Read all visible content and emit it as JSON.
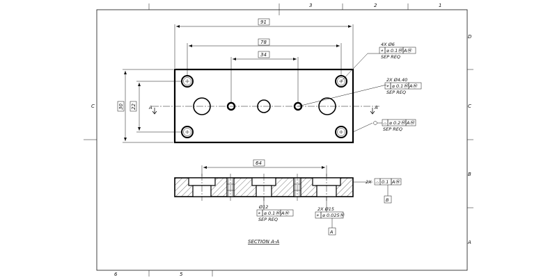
{
  "zones": {
    "top": [
      "3",
      "2",
      "1"
    ],
    "bottom": [
      "6",
      "5"
    ],
    "right": [
      "D",
      "C",
      "B",
      "A"
    ],
    "left": [
      "C"
    ]
  },
  "dims": {
    "overall_length": "91",
    "hole_spacing": "78",
    "inner_spacing": "34",
    "height_outer": "30",
    "height_inner": "22",
    "section_span": "64"
  },
  "labels": {
    "section_mark": "A",
    "section_title": "SECTION A-A"
  },
  "callouts": {
    "holes_6": {
      "qty": "4X",
      "size": "Ø6",
      "frame": [
        "⌖",
        "⌀ 0.1",
        "Ⓜ",
        "A",
        "Ⓜ"
      ],
      "note": "SEP REQ"
    },
    "holes_4_40": {
      "qty": "2X",
      "size": "Ø4.40",
      "frame": [
        "⌖",
        "⌀ 0.1",
        "Ⓜ",
        "A",
        "Ⓜ"
      ],
      "note": "SEP REQ"
    },
    "profile_top": {
      "frame": [
        "⌓",
        "⌀ 0.2",
        "Ⓜ",
        "A",
        "Ⓜ"
      ],
      "note": "SEP REQ"
    },
    "profile_section": {
      "qty": "2X",
      "frame": [
        "⌓",
        "0.1",
        "A",
        "Ⓜ"
      ],
      "datum": "B"
    },
    "bore_12": {
      "size": "Ø12",
      "frame": [
        "⌖",
        "⌀ 0.1",
        "Ⓜ",
        "A",
        "Ⓜ"
      ],
      "note": "SEP REQ"
    },
    "bore_15": {
      "qty": "2X",
      "size": "Ø15",
      "frame": [
        "⌖",
        "⌀ 0.025",
        "Ⓜ"
      ],
      "datum": "A"
    }
  }
}
